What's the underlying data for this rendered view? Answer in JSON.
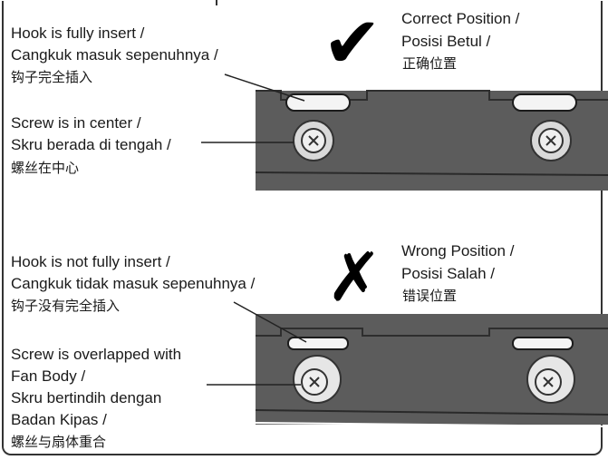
{
  "colors": {
    "panel": "#5c5c5c",
    "panel_edge": "#3a3a3a",
    "hook": "#f4f4f4",
    "screw_ring": "#d9d9d9",
    "ink": "#1a1a1a"
  },
  "correct": {
    "status": [
      "Correct Position /",
      "Posisi Betul /",
      "正确位置"
    ],
    "hook_label": [
      "Hook is fully insert /",
      "Cangkuk masuk sepenuhnya /",
      "钩子完全插入"
    ],
    "screw_label": [
      "Screw is in center /",
      "Skru berada di tengah /",
      "螺丝在中心"
    ],
    "icon": "check-icon"
  },
  "wrong": {
    "status": [
      "Wrong Position /",
      "Posisi Salah /",
      "错误位置"
    ],
    "hook_label": [
      "Hook is not fully insert /",
      "Cangkuk tidak masuk sepenuhnya /",
      "钩子没有完全插入"
    ],
    "screw_label": [
      "Screw is overlapped with",
      "Fan Body /",
      "Skru bertindih dengan",
      "Badan Kipas /",
      "螺丝与扇体重合"
    ],
    "icon": "cross-icon"
  }
}
